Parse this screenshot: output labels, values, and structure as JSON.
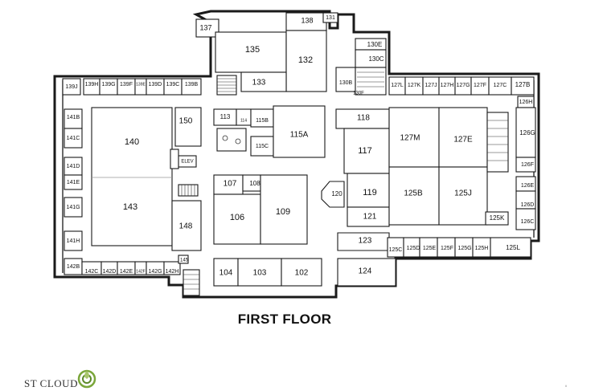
{
  "title": "FIRST FLOOR",
  "logo": {
    "text": "ST CLOUD",
    "icon": "leaf-ring-icon"
  },
  "page_mark": "ii",
  "colors": {
    "wall": "#1a1a1a",
    "background": "#ffffff",
    "logo_green": "#7aa63a"
  },
  "rooms": [
    {
      "id": "137",
      "label": "137"
    },
    {
      "id": "138",
      "label": "138"
    },
    {
      "id": "131",
      "label": "131"
    },
    {
      "id": "135",
      "label": "135"
    },
    {
      "id": "132",
      "label": "132"
    },
    {
      "id": "133",
      "label": "133"
    },
    {
      "id": "130E",
      "label": "130E"
    },
    {
      "id": "130C",
      "label": "130C"
    },
    {
      "id": "130B",
      "label": "130B"
    },
    {
      "id": "130F",
      "label": "130F"
    },
    {
      "id": "139J",
      "label": "139J"
    },
    {
      "id": "139H",
      "label": "139H"
    },
    {
      "id": "139G",
      "label": "139G"
    },
    {
      "id": "139F",
      "label": "139F"
    },
    {
      "id": "139E",
      "label": "139E"
    },
    {
      "id": "139D",
      "label": "139D"
    },
    {
      "id": "139C",
      "label": "139C"
    },
    {
      "id": "139B",
      "label": "139B"
    },
    {
      "id": "127L",
      "label": "127L"
    },
    {
      "id": "127K",
      "label": "127K"
    },
    {
      "id": "127J",
      "label": "127J"
    },
    {
      "id": "127H",
      "label": "127H"
    },
    {
      "id": "127G",
      "label": "127G"
    },
    {
      "id": "127F",
      "label": "127F"
    },
    {
      "id": "127C",
      "label": "127C"
    },
    {
      "id": "127B",
      "label": "127B"
    },
    {
      "id": "126H",
      "label": "126H"
    },
    {
      "id": "141B",
      "label": "141B"
    },
    {
      "id": "141C",
      "label": "141C"
    },
    {
      "id": "141D",
      "label": "141D"
    },
    {
      "id": "141E",
      "label": "141E"
    },
    {
      "id": "141G",
      "label": "141G"
    },
    {
      "id": "141H",
      "label": "141H"
    },
    {
      "id": "142B",
      "label": "142B"
    },
    {
      "id": "142C",
      "label": "142C"
    },
    {
      "id": "142D",
      "label": "142D"
    },
    {
      "id": "142E",
      "label": "142E"
    },
    {
      "id": "142F",
      "label": "142F"
    },
    {
      "id": "142G",
      "label": "142G"
    },
    {
      "id": "142H",
      "label": "142H"
    },
    {
      "id": "140",
      "label": "140"
    },
    {
      "id": "143",
      "label": "143"
    },
    {
      "id": "150",
      "label": "150"
    },
    {
      "id": "ELEV",
      "label": "ELEV"
    },
    {
      "id": "148",
      "label": "148"
    },
    {
      "id": "145",
      "label": "145"
    },
    {
      "id": "113",
      "label": "113"
    },
    {
      "id": "114",
      "label": "114"
    },
    {
      "id": "115B",
      "label": "115B"
    },
    {
      "id": "115C",
      "label": "115C"
    },
    {
      "id": "115A",
      "label": "115A"
    },
    {
      "id": "107",
      "label": "107"
    },
    {
      "id": "108",
      "label": "108"
    },
    {
      "id": "106",
      "label": "106"
    },
    {
      "id": "109",
      "label": "109"
    },
    {
      "id": "104",
      "label": "104"
    },
    {
      "id": "103",
      "label": "103"
    },
    {
      "id": "102",
      "label": "102"
    },
    {
      "id": "118",
      "label": "118"
    },
    {
      "id": "117",
      "label": "117"
    },
    {
      "id": "120",
      "label": "120"
    },
    {
      "id": "119",
      "label": "119"
    },
    {
      "id": "121",
      "label": "121"
    },
    {
      "id": "123",
      "label": "123"
    },
    {
      "id": "124",
      "label": "124"
    },
    {
      "id": "127M",
      "label": "127M"
    },
    {
      "id": "127E",
      "label": "127E"
    },
    {
      "id": "125B",
      "label": "125B"
    },
    {
      "id": "125J",
      "label": "125J"
    },
    {
      "id": "125K",
      "label": "125K"
    },
    {
      "id": "126G",
      "label": "126G"
    },
    {
      "id": "126F",
      "label": "126F"
    },
    {
      "id": "126E",
      "label": "126E"
    },
    {
      "id": "126D",
      "label": "126D"
    },
    {
      "id": "126C",
      "label": "126C"
    },
    {
      "id": "125C",
      "label": "125C"
    },
    {
      "id": "125D",
      "label": "125D"
    },
    {
      "id": "125E",
      "label": "125E"
    },
    {
      "id": "125F",
      "label": "125F"
    },
    {
      "id": "125G",
      "label": "125G"
    },
    {
      "id": "125H",
      "label": "125H"
    },
    {
      "id": "125L",
      "label": "125L"
    }
  ]
}
